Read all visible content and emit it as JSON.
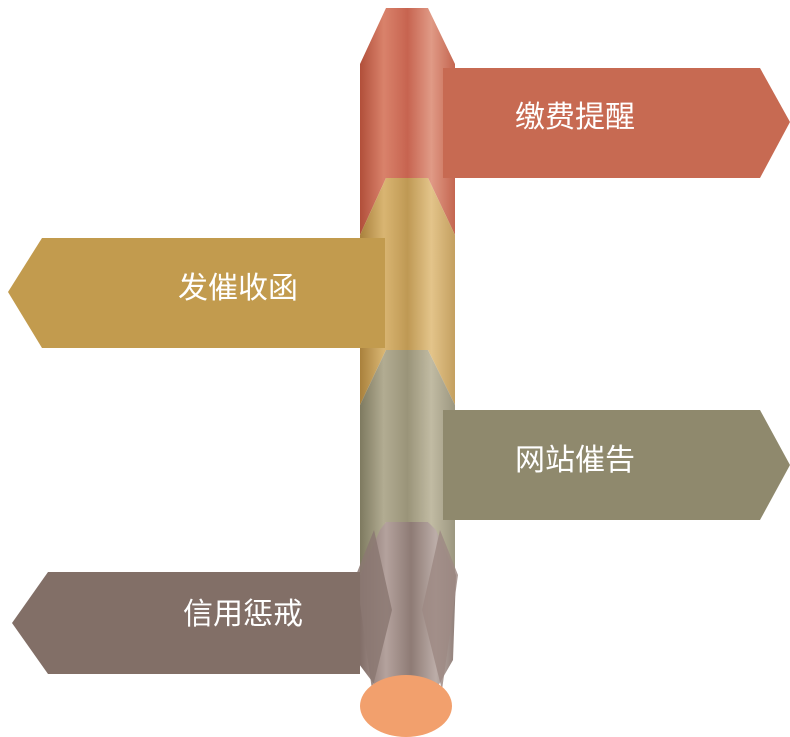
{
  "signs": [
    {
      "label": "缴费提醒",
      "direction": "right",
      "color": "#C76A52"
    },
    {
      "label": "发催收函",
      "direction": "left",
      "color": "#C29B4E"
    },
    {
      "label": "网站催告",
      "direction": "right",
      "color": "#8F896D"
    },
    {
      "label": "信用惩戒",
      "direction": "left",
      "color": "#826F67"
    }
  ],
  "post": {
    "segment_colors": [
      "#D0735A",
      "#D2AE6A",
      "#A8A286",
      "#A89490"
    ],
    "base_color": "#F2A06D"
  }
}
